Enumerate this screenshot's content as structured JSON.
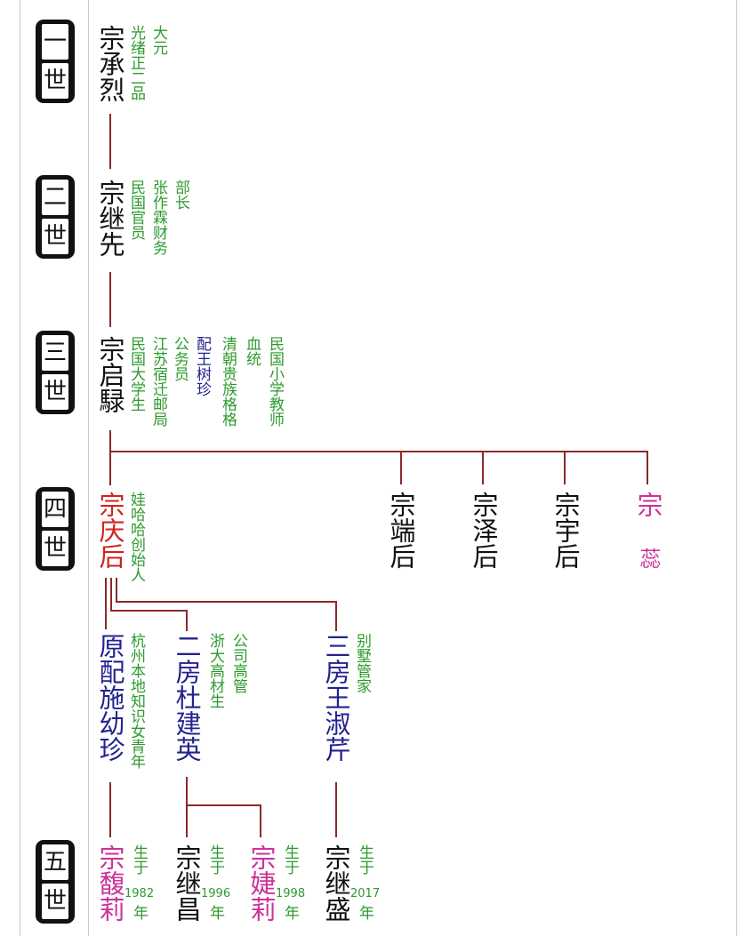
{
  "colors": {
    "black": "#111111",
    "red": "#d22222",
    "blue": "#23238f",
    "pink": "#cc3399",
    "green": "#2e9a2e",
    "line": "#8b2a2a"
  },
  "generations": [
    {
      "label": [
        "一",
        "世"
      ]
    },
    {
      "label": [
        "二",
        "世"
      ]
    },
    {
      "label": [
        "三",
        "世"
      ]
    },
    {
      "label": [
        "四",
        "世"
      ]
    },
    {
      "label": [
        "五",
        "世"
      ]
    }
  ],
  "people": {
    "chenglie": {
      "name": "宗承烈",
      "notes": [
        "光绪正二品",
        "大元"
      ]
    },
    "jixian": {
      "name": "宗继先",
      "notes": [
        "民国官员",
        "张作霖财务",
        "部长"
      ]
    },
    "qilu": {
      "name": "宗启騄",
      "notes": [
        "民国大学生",
        "江苏宿迁邮局",
        "公务员"
      ],
      "spouse": "配王树珍",
      "spouse_notes": [
        "清朝贵族格格",
        "血统",
        "民国小学教师"
      ]
    },
    "qinghou": {
      "name": "宗庆后",
      "notes": [
        "娃哈哈创始人"
      ]
    },
    "duanhou": {
      "name": "宗端后"
    },
    "zehou": {
      "name": "宗泽后"
    },
    "yuhou": {
      "name": "宗宇后"
    },
    "rui": {
      "name_top": "宗",
      "name_bottom": "蕊"
    },
    "wife1": {
      "name": "原配施幼珍",
      "notes": [
        "杭州本地知识女青年"
      ]
    },
    "wife2": {
      "name": "二房杜建英",
      "notes": [
        "浙大高材生",
        "公司高管"
      ]
    },
    "wife3": {
      "name": "三房王淑芹",
      "notes": [
        "别墅管家"
      ]
    },
    "fuli": {
      "name": "宗馥莉",
      "born_top": "生于",
      "year": "1982",
      "born_bottom": "年"
    },
    "jichang": {
      "name": "宗继昌",
      "born_top": "生于",
      "year": "1996",
      "born_bottom": "年"
    },
    "jieli": {
      "name": "宗婕莉",
      "born_top": "生于",
      "year": "1998",
      "born_bottom": "年"
    },
    "jisheng": {
      "name": "宗继盛",
      "born_top": "生于",
      "year": "2017",
      "born_bottom": "年"
    }
  }
}
